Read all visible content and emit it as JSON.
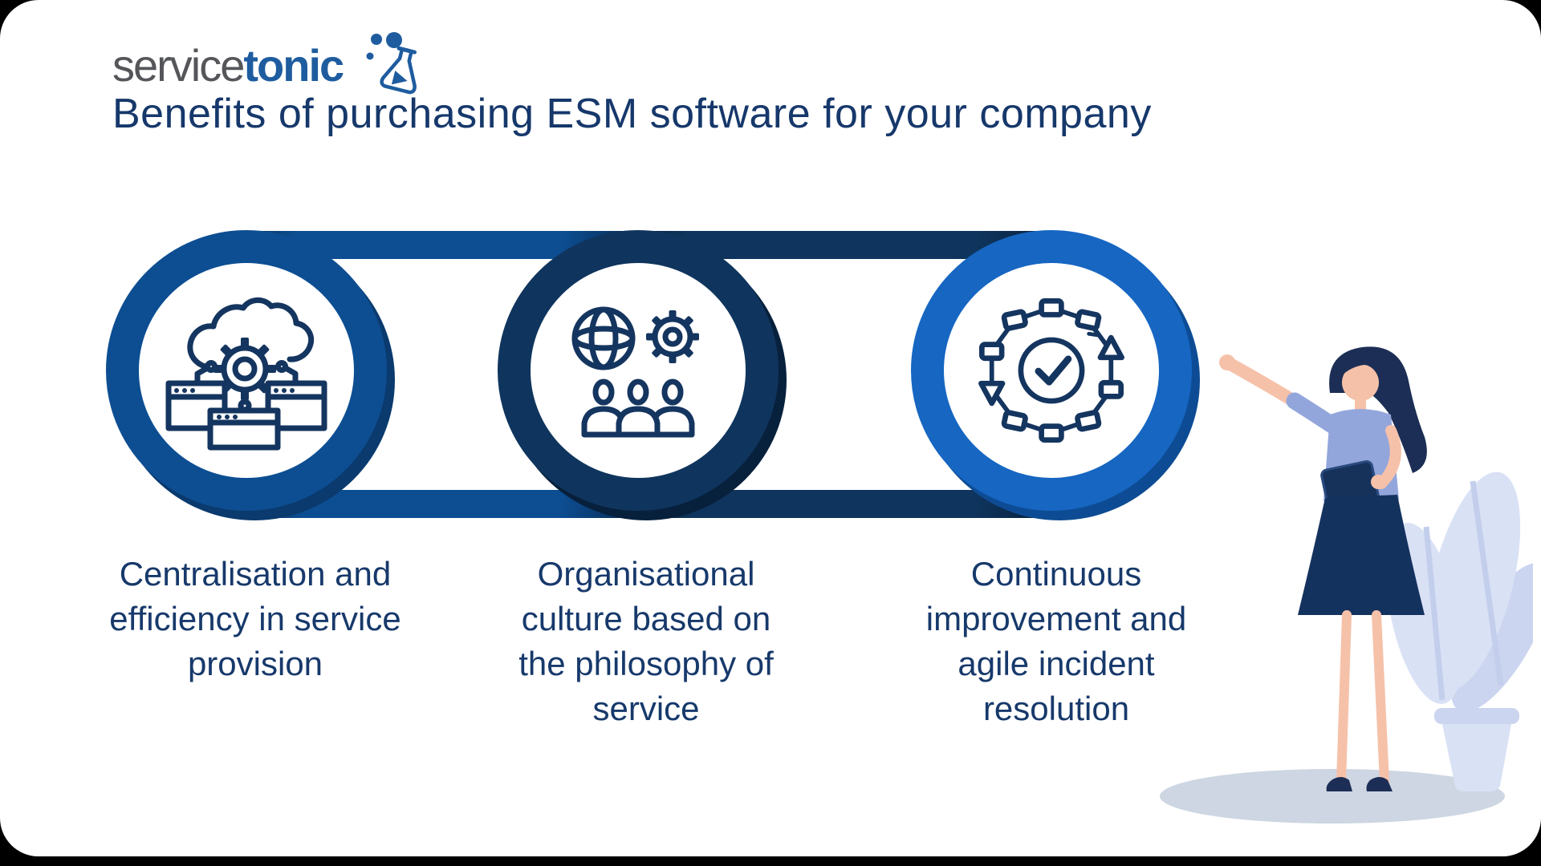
{
  "brand": {
    "name_light": "service",
    "name_bold": "tonic",
    "logo_icon": "flask-icon",
    "light_color": "#55565A",
    "bold_color": "#1E5C9F"
  },
  "title": {
    "text": "Benefits of purchasing ESM software for your company",
    "color": "#16386B"
  },
  "benefits": [
    {
      "id": "centralisation",
      "icon": "cloud-gear-windows-icon",
      "ring_color": "#0D4E92",
      "label": "Centralisation and\nefficiency in service\nprovision"
    },
    {
      "id": "organisational-culture",
      "icon": "globe-gear-people-icon",
      "ring_color": "#0F355E",
      "label": "Organisational\nculture based on\nthe philosophy of\nservice"
    },
    {
      "id": "continuous-improvement",
      "icon": "improvement-cycle-check-icon",
      "ring_color": "#1666C2",
      "label": "Continuous\nimprovement and\nagile incident\nresolution"
    }
  ],
  "chain": {
    "link_top_1_color": "#0D4E92",
    "link_top_2_color": "#0F355E",
    "link_bottom_1_color": "#0D4E92",
    "link_bottom_2_color": "#0F355E",
    "icon_stroke_color": "#14355F"
  },
  "illustration": {
    "name": "woman-presenter-with-plant"
  },
  "text_color": "#17396B",
  "card_background": "#FFFFFF",
  "page_background": "#000000"
}
